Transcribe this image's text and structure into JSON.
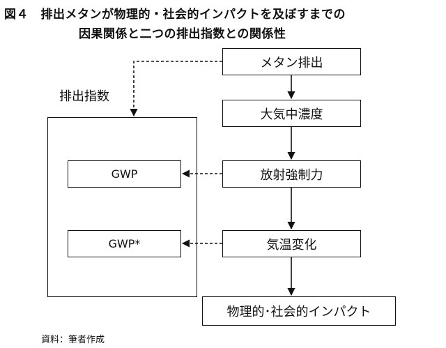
{
  "figure": {
    "title_line1": "図４　排出メタンが物理的・社会的インパクトを及ぼすまでの",
    "title_line2": "因果関係と二つの排出指数との関係性",
    "source": "資料：筆者作成"
  },
  "flow": {
    "methane_emission": "メタン排出",
    "atmospheric_concentration": "大気中濃度",
    "radiative_forcing": "放射強制力",
    "climate_change": "気温変化",
    "impact": "物理的･社会的インパクト"
  },
  "metrics": {
    "group_label": "排出指数",
    "gwp": "GWP",
    "gwp_star": "GWP*"
  }
}
